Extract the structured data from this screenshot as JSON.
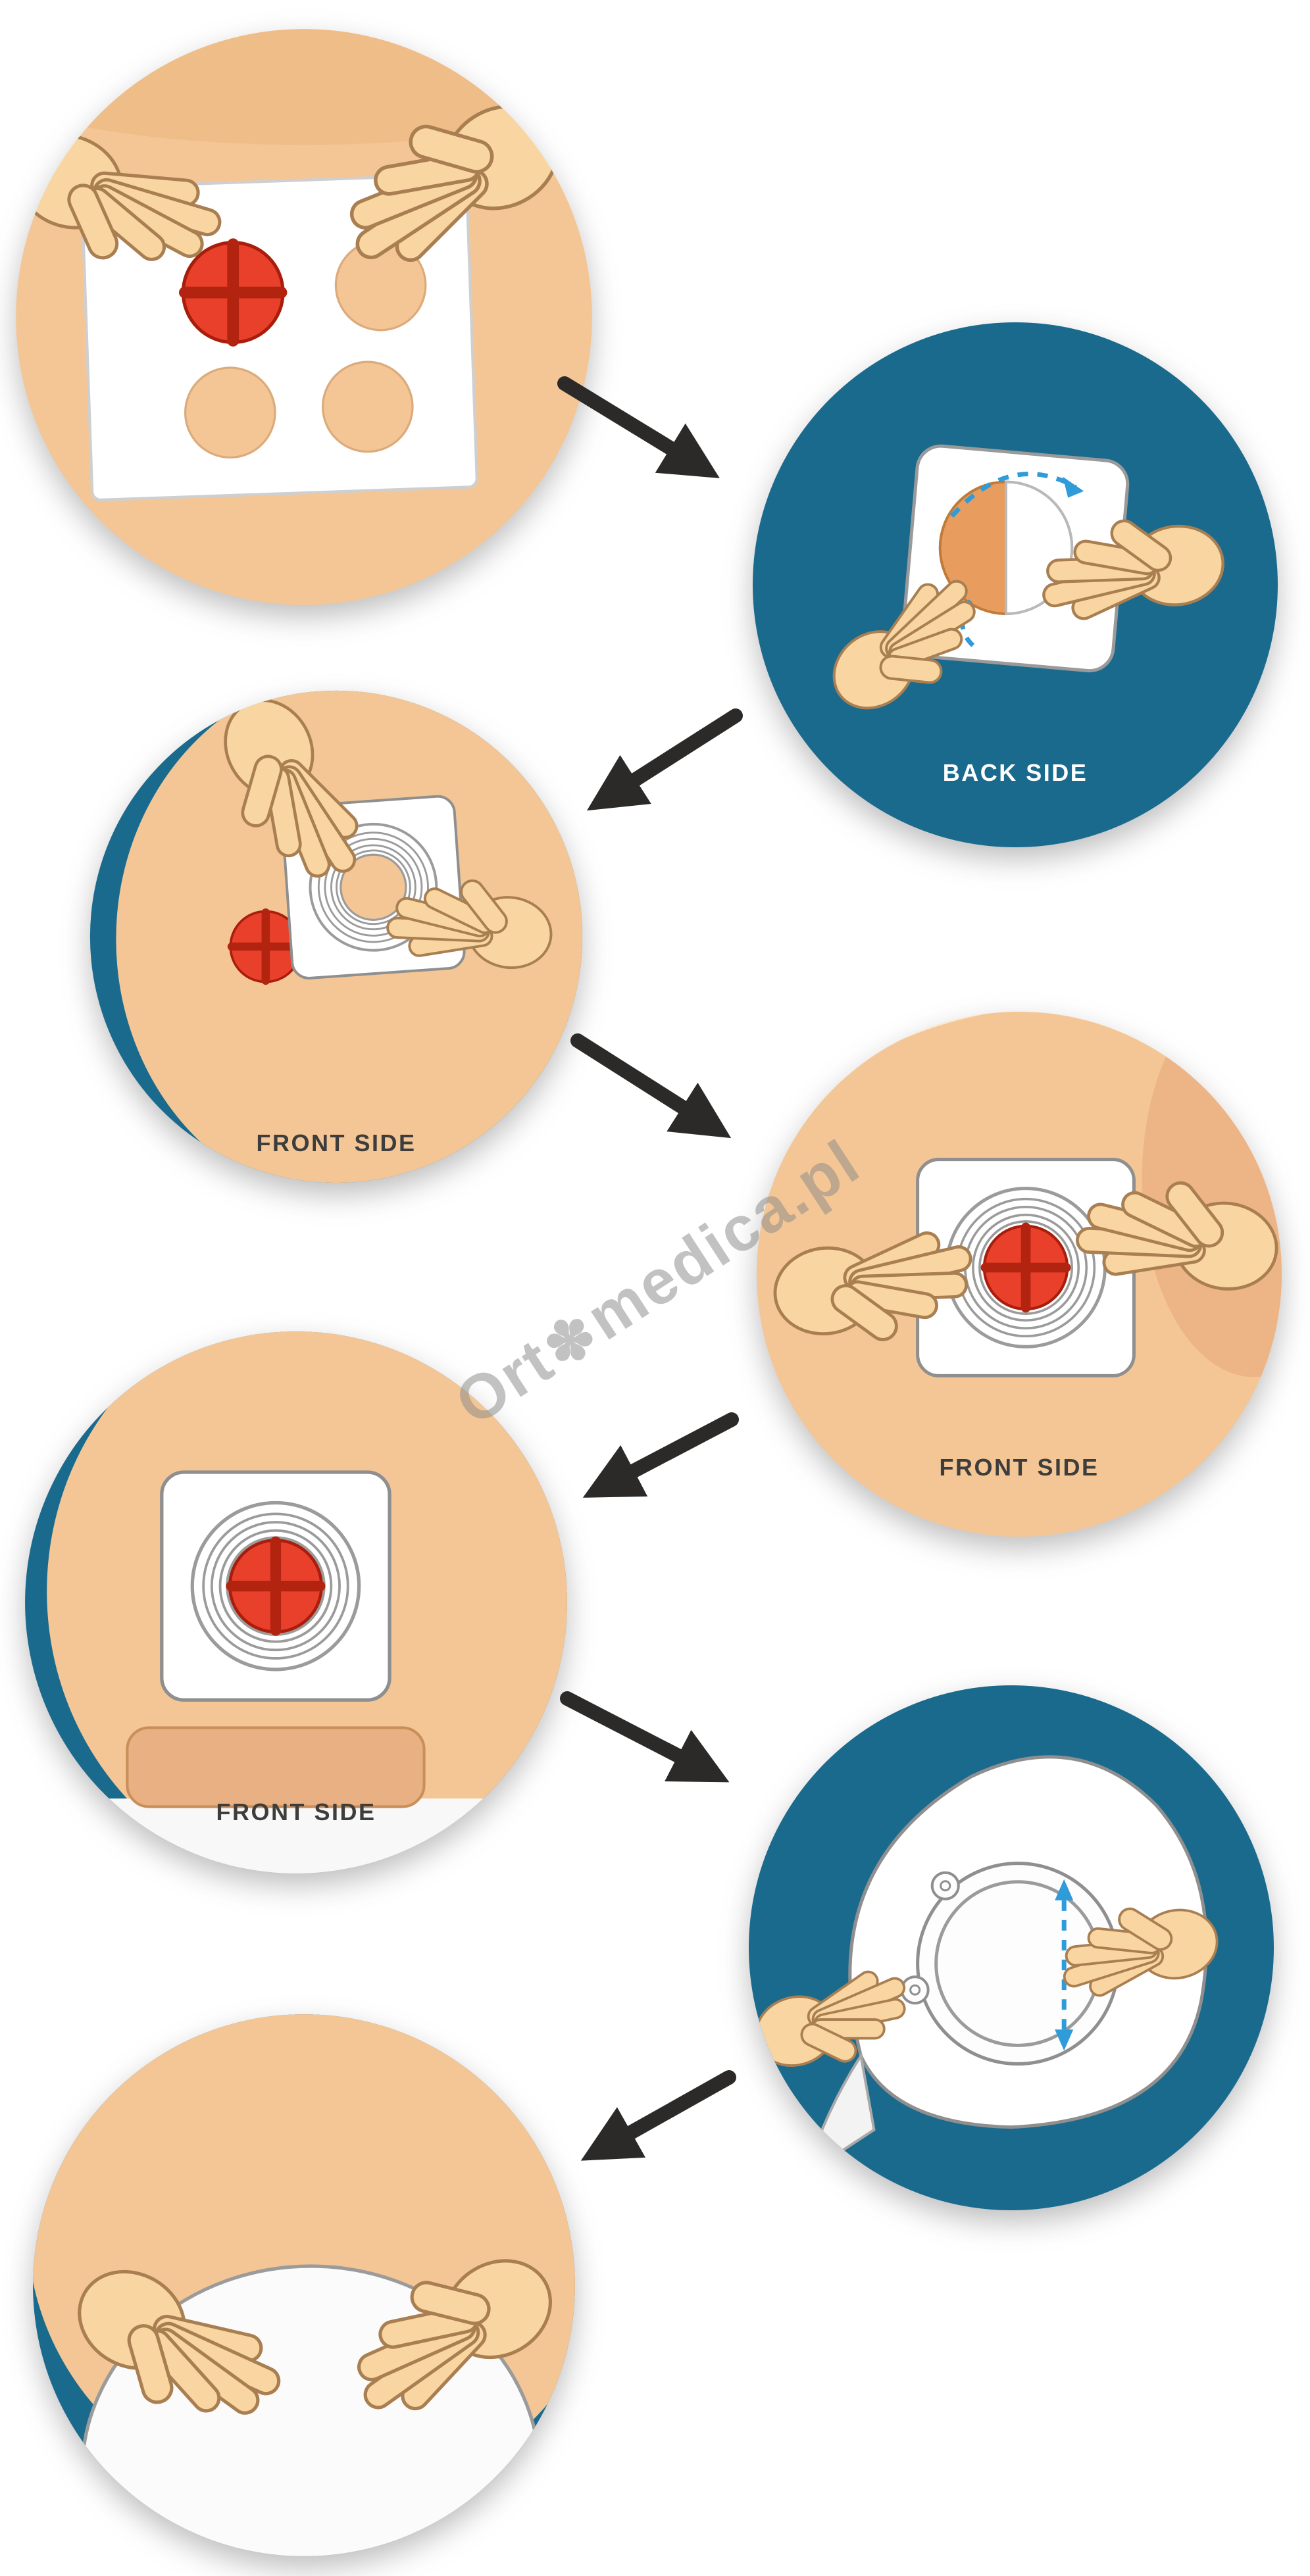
{
  "page": {
    "background": "#ffffff"
  },
  "watermark": {
    "part1": "Ort",
    "flower_glyph": "✽",
    "part2": "medica.pl"
  },
  "colors": {
    "teal_background": "#1a6a8e",
    "skin": "#f4c695",
    "hand_skin": "#f9d6a1",
    "stoma_red": "#e8402b",
    "stoma_cross_dark_red": "#b22410",
    "plate_white": "#ffffff",
    "outline_gray": "#8f8f8f",
    "flow_arrow_black": "#2b2a29",
    "dashed_guide_blue": "#2f9bd8",
    "label_dark": "#3d3d3c",
    "label_light": "#ffffff",
    "watermark_gray": "#8c8c8b"
  },
  "steps": [
    {
      "name": "measure-stoma-with-template",
      "label": ""
    },
    {
      "name": "peel-backing-film",
      "label": "BACK SIDE"
    },
    {
      "name": "align-baseplate-over-stoma",
      "label": "FRONT SIDE"
    },
    {
      "name": "press-baseplate-on-skin",
      "label": "FRONT SIDE"
    },
    {
      "name": "baseplate-applied",
      "label": "FRONT SIDE"
    },
    {
      "name": "attach-pouch-to-flange",
      "label": ""
    },
    {
      "name": "press-pouch-against-body",
      "label": ""
    }
  ]
}
